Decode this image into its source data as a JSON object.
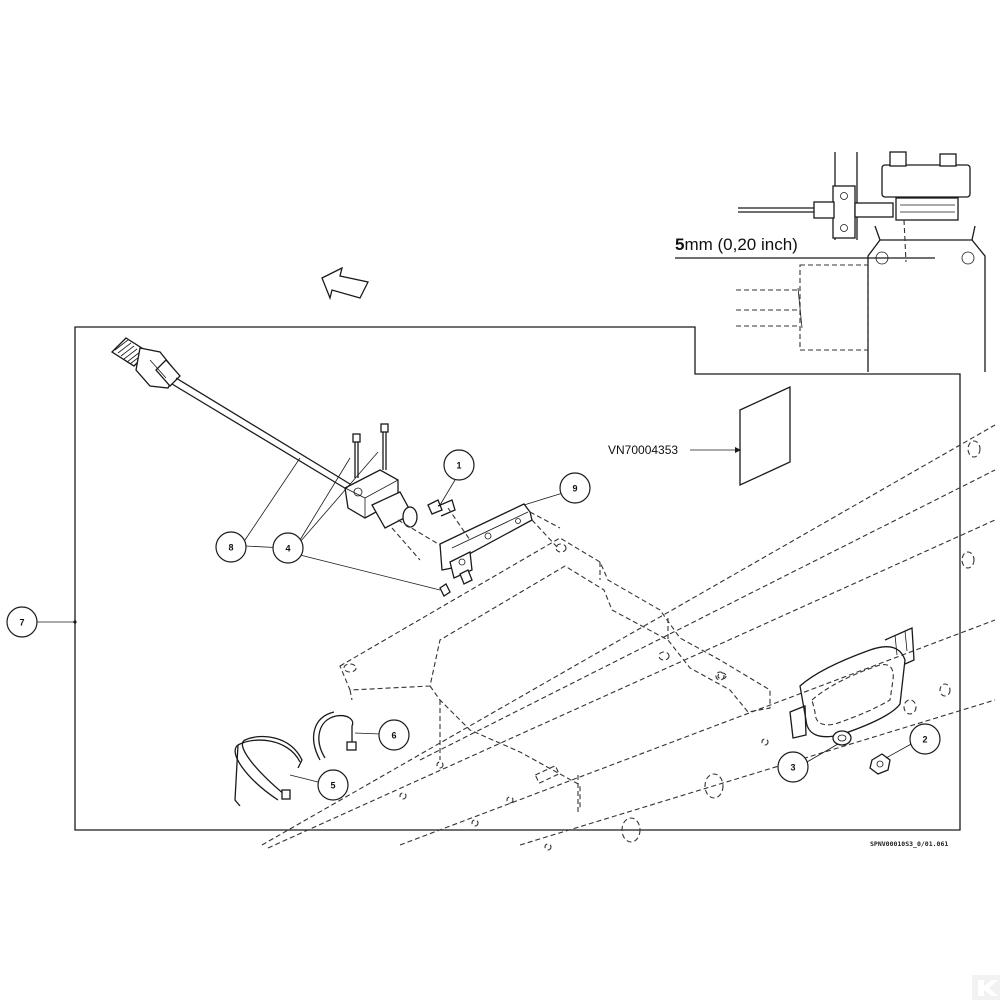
{
  "dimension": {
    "value_bold": "5",
    "value_rest": "mm (0,20 inch)"
  },
  "part_label": "VN70004353",
  "drawing_code": "SPNV00010S3_0/01.061",
  "callouts": {
    "c1": "1",
    "c2": "2",
    "c3": "3",
    "c4": "4",
    "c5": "5",
    "c6": "6",
    "c7": "7",
    "c8": "8",
    "c9": "9"
  },
  "colors": {
    "line": "#1a1a1a",
    "hidden": "#333333",
    "background": "#ffffff"
  }
}
